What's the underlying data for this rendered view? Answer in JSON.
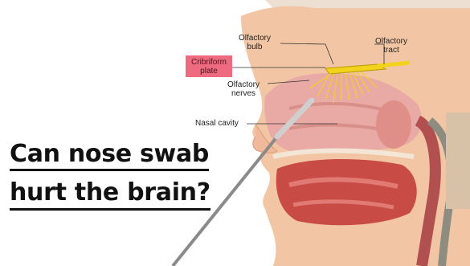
{
  "labels": {
    "olfactory_bulb": [
      "Olfactory",
      "bulb"
    ],
    "olfactory_tract": [
      "Olfactory",
      "tract"
    ],
    "cribriform_plate": [
      "Cribriform",
      "plate"
    ],
    "olfactory_nerves": [
      "Olfactory",
      "nerves"
    ],
    "nasal_cavity": "Nasal cavity"
  },
  "headline": {
    "line1": "Can nose swab",
    "line2": "hurt the brain?"
  },
  "colors": {
    "highlight": "#ee6b7f",
    "skin": "#f2c6a4",
    "nasal_cavity": "#e9a9a4",
    "nerves": "#f3d21c",
    "brain": "#eedfd3",
    "swab": "#8a8a8a"
  }
}
